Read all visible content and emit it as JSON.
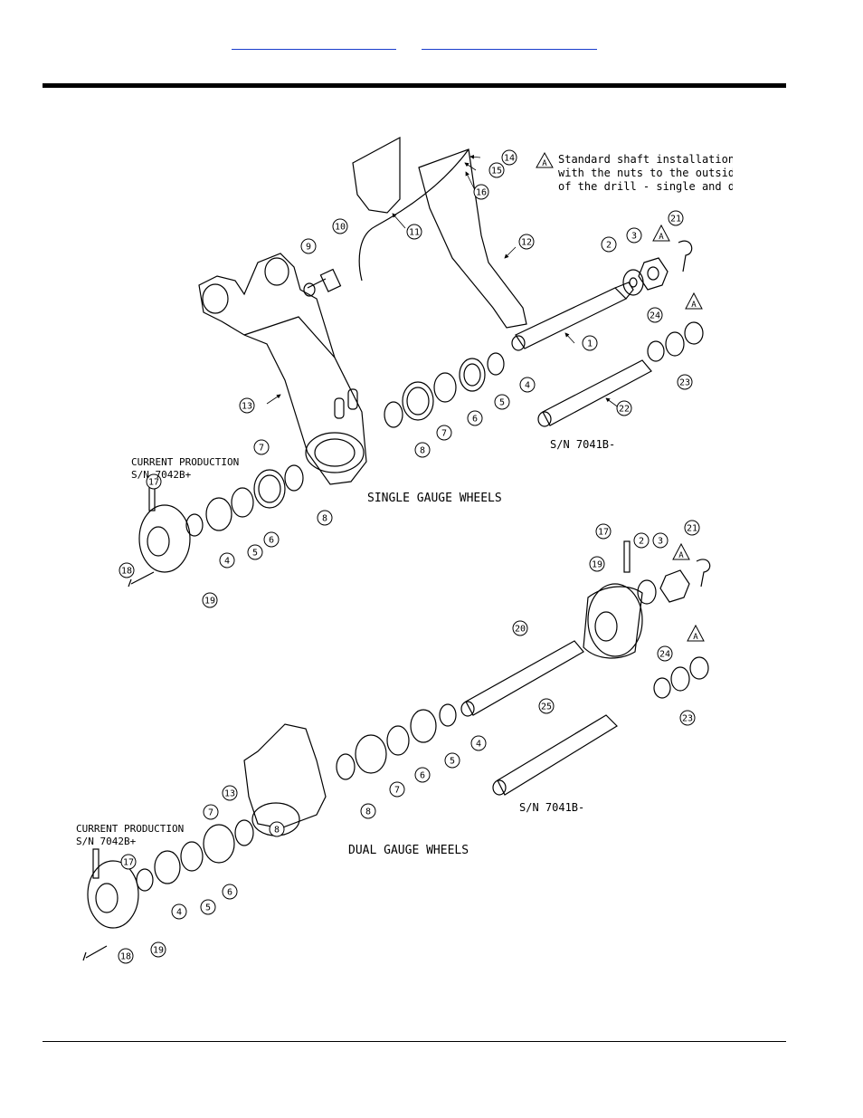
{
  "header": {
    "links": [
      {
        "label": ""
      },
      {
        "label": ""
      }
    ]
  },
  "diagram": {
    "note": {
      "marker": "A",
      "lines": [
        "Standard shaft installation is",
        "with the nuts to the outside",
        "of the drill - single and duals."
      ]
    },
    "single_section": {
      "title": "SINGLE GAUGE WHEELS",
      "current_production": [
        "CURRENT PRODUCTION",
        "S/N 7042B+"
      ],
      "sn_label": "S/N 7041B-"
    },
    "dual_section": {
      "title": "DUAL GAUGE WHEELS",
      "current_production": [
        "CURRENT PRODUCTION",
        "S/N 7042B+"
      ],
      "sn_label": "S/N 7041B-"
    },
    "callouts_single": [
      "14",
      "15",
      "16",
      "11",
      "12",
      "10",
      "9",
      "2",
      "3",
      "21",
      "1",
      "24",
      "23",
      "13",
      "4",
      "5",
      "6",
      "7",
      "8",
      "22",
      "7",
      "8",
      "17",
      "6",
      "5",
      "4",
      "18",
      "19"
    ],
    "callouts_dual": [
      "17",
      "2",
      "3",
      "21",
      "19",
      "20",
      "24",
      "23",
      "25",
      "4",
      "5",
      "6",
      "7",
      "8",
      "13",
      "7",
      "8",
      "17",
      "6",
      "5",
      "4",
      "18",
      "19"
    ],
    "marker_letter": "A",
    "colors": {
      "line": "#000000",
      "link": "#1a3dcc"
    }
  }
}
